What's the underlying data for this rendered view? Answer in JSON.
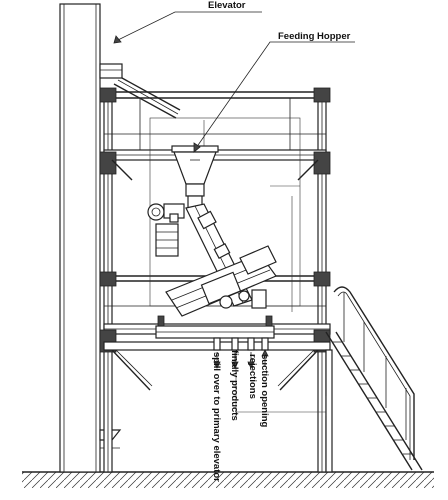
{
  "labels": {
    "elevator": "Elevator",
    "feeding_hopper": "Feeding Hopper",
    "suction_opening": "suction opening",
    "rejections": "rejections",
    "finally_products": "finally products",
    "spill_over": "spill over to primary elevator"
  },
  "colors": {
    "line": "#222222",
    "background": "#ffffff"
  }
}
